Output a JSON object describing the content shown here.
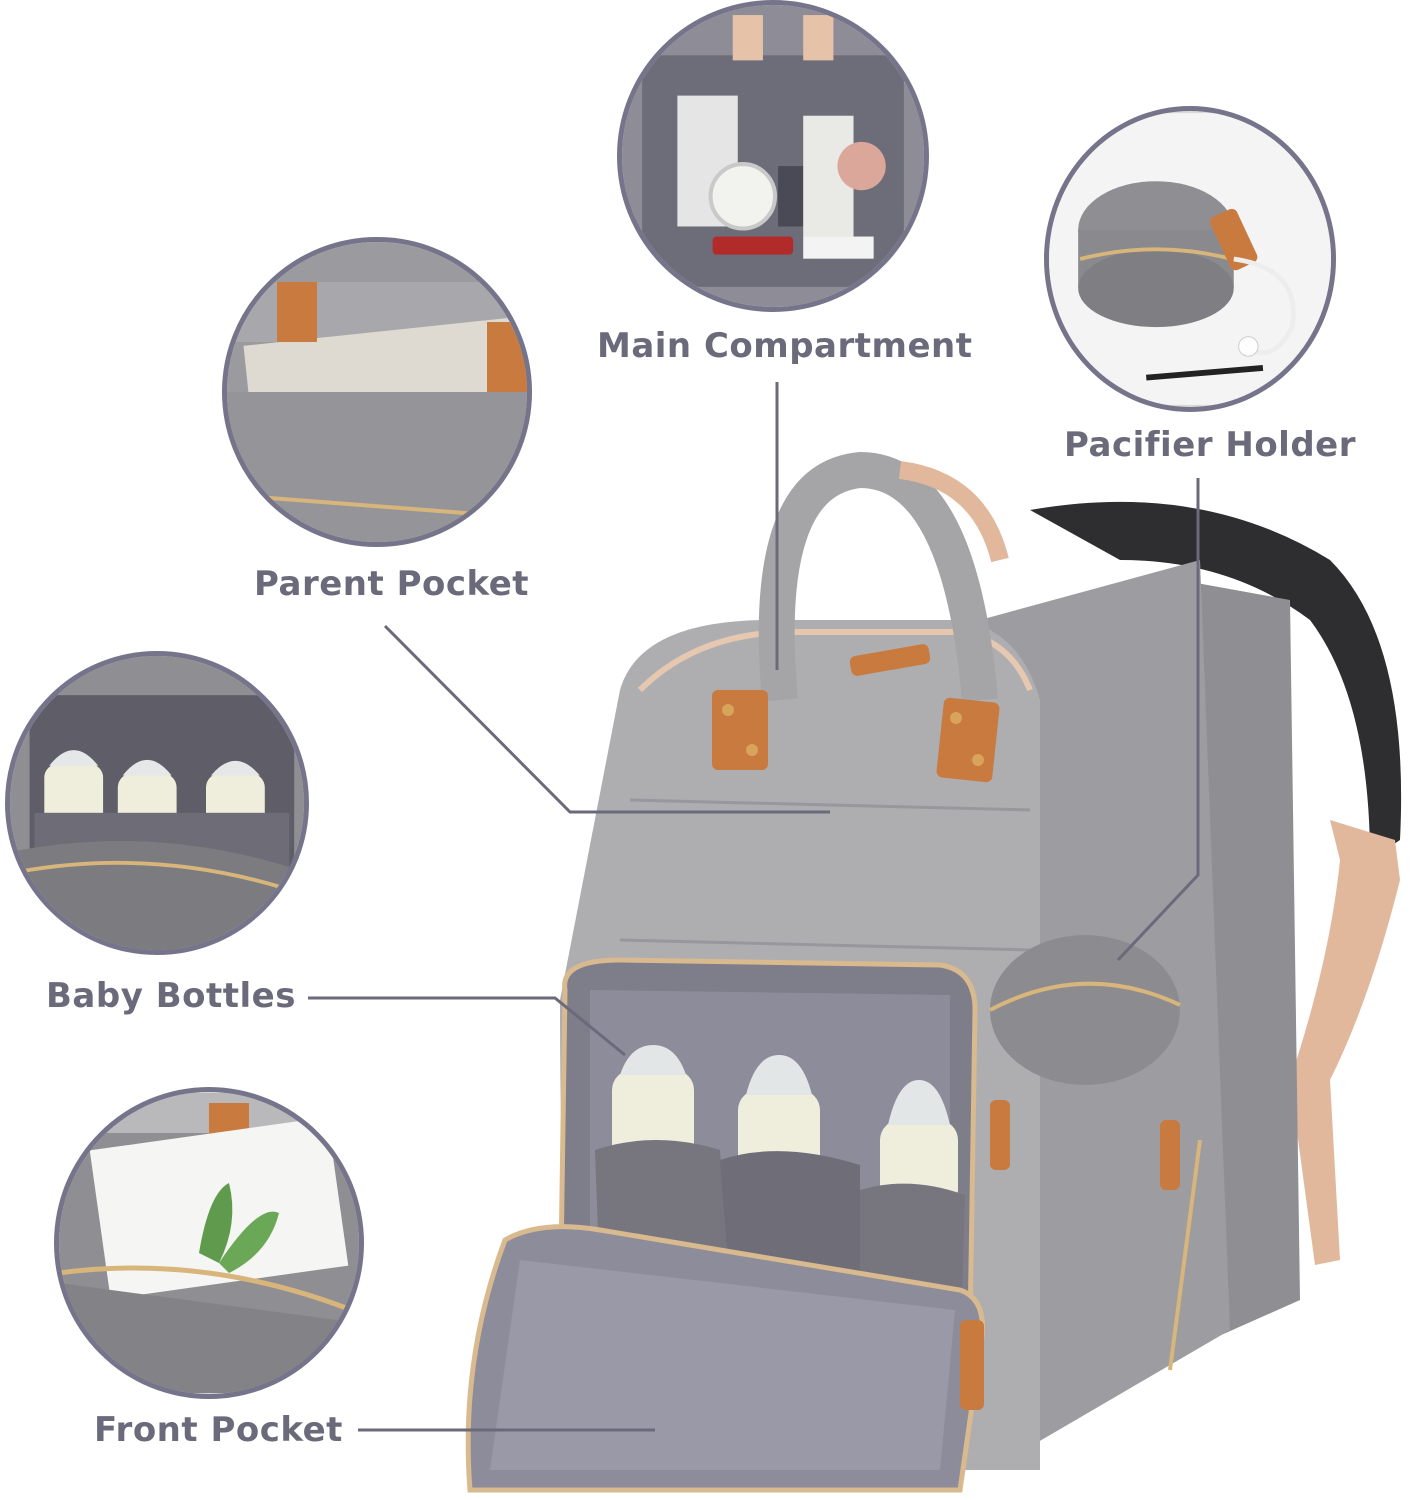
{
  "labels": {
    "main_compartment": "Main Compartment",
    "pacifier_holder": "Pacifier Holder",
    "parent_pocket": "Parent Pocket",
    "baby_bottles": "Baby Bottles",
    "front_pocket": "Front Pocket"
  },
  "colors": {
    "label_text": "#6b6a7a",
    "leader_line": "#6b6a7a",
    "circle_border": "#75748a",
    "bag_gray": "#a9a9ab",
    "lining_gray": "#8f8e9a",
    "leather_tan": "#c97a3f",
    "strap_peach": "#e2b89c",
    "bottle_cream": "#efeedd"
  }
}
